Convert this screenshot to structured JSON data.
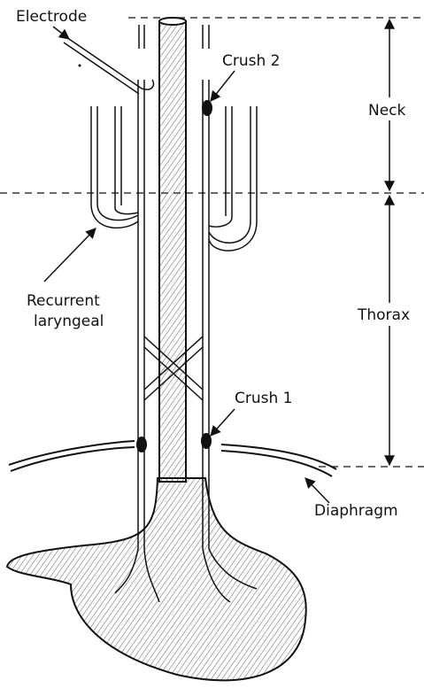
{
  "labels": {
    "electrode": "Electrode",
    "crush2": "Crush 2",
    "neck": "Neck",
    "thorax": "Thorax",
    "recurrent_line1": "Recurrent",
    "recurrent_line2": "laryngeal",
    "crush1": "Crush 1",
    "diaphragm": "Diaphragm"
  }
}
